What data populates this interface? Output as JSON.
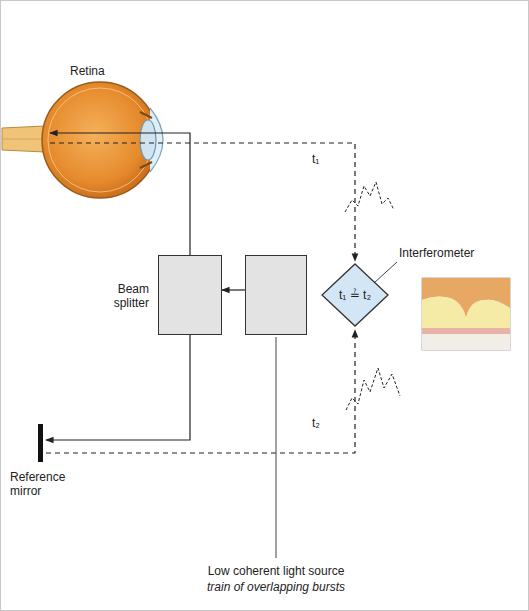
{
  "diagram": {
    "nodes": [
      {
        "text": [
          "Beam splitter"
        ]
      },
      {
        "text": [
          "Low coherent light source",
          "train of overlapping bursts"
        ]
      },
      {
        "text": [
          "t₁ ≟ t₂"
        ]
      }
    ],
    "edges": [
      {
        "from": 1,
        "to": 0,
        "arrow": "to"
      }
    ],
    "labels": [
      "Retina",
      "t₁",
      "Interferometer",
      "t₂",
      "Reference mirror"
    ]
  }
}
